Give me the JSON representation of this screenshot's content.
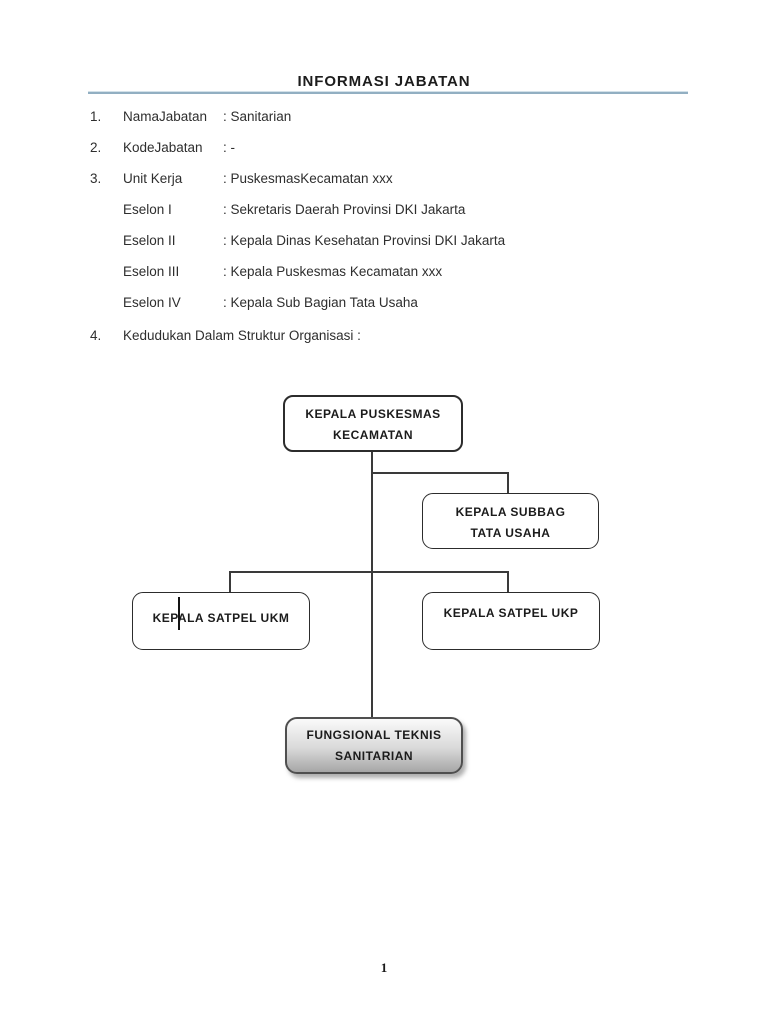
{
  "title": "INFORMASI JABATAN",
  "list": {
    "rows": [
      {
        "num": "1.",
        "label": "NamaJabatan",
        "value": ": Sanitarian"
      },
      {
        "num": "2.",
        "label": "KodeJabatan",
        "value": ": -"
      },
      {
        "num": "3.",
        "label": "Unit Kerja",
        "value": ": PuskesmasKecamatan xxx"
      },
      {
        "num": "",
        "label": "Eselon I",
        "value": ": Sekretaris Daerah Provinsi DKI Jakarta"
      },
      {
        "num": "",
        "label": "Eselon II",
        "value": ": Kepala Dinas Kesehatan Provinsi DKI Jakarta"
      },
      {
        "num": "",
        "label": "Eselon III",
        "value": ": Kepala Puskesmas Kecamatan xxx"
      },
      {
        "num": "",
        "label": "Eselon IV",
        "value": ": Kepala Sub Bagian Tata Usaha"
      },
      {
        "num": "4.",
        "label": "Kedudukan Dalam Struktur Organisasi :",
        "value": ""
      }
    ]
  },
  "org_chart": {
    "nodes": {
      "kepala_puskesmas": {
        "line1": "KEPALA PUSKESMAS",
        "line2": "KECAMATAN"
      },
      "kepala_subbag": {
        "line1": "KEPALA SUBBAG",
        "line2": "TATA USAHA"
      },
      "kepala_satpel_ukm": {
        "line1": "KEPALA SATPEL UKM"
      },
      "kepala_satpel_ukp": {
        "line1": "KEPALA SATPEL UKP"
      },
      "fungsional_teknis": {
        "line1": "FUNGSIONAL TEKNIS",
        "line2": "SANITARIAN"
      }
    },
    "edges": [
      {
        "from": "kepala_puskesmas",
        "to": "kepala_subbag"
      },
      {
        "from": "kepala_puskesmas",
        "to": "kepala_satpel_ukm"
      },
      {
        "from": "kepala_puskesmas",
        "to": "kepala_satpel_ukp"
      },
      {
        "from": "kepala_puskesmas",
        "to": "fungsional_teknis"
      }
    ]
  },
  "footer": {
    "page_number": "1"
  },
  "colors": {
    "title_rule_light": "#d3e1e9",
    "title_rule_dark": "#92afc2",
    "box_border": "#2c2c2c",
    "connector": "#3a3a3a",
    "fungsional_gradient_top": "#fafafa",
    "fungsional_gradient_bottom": "#a6a6a6"
  }
}
